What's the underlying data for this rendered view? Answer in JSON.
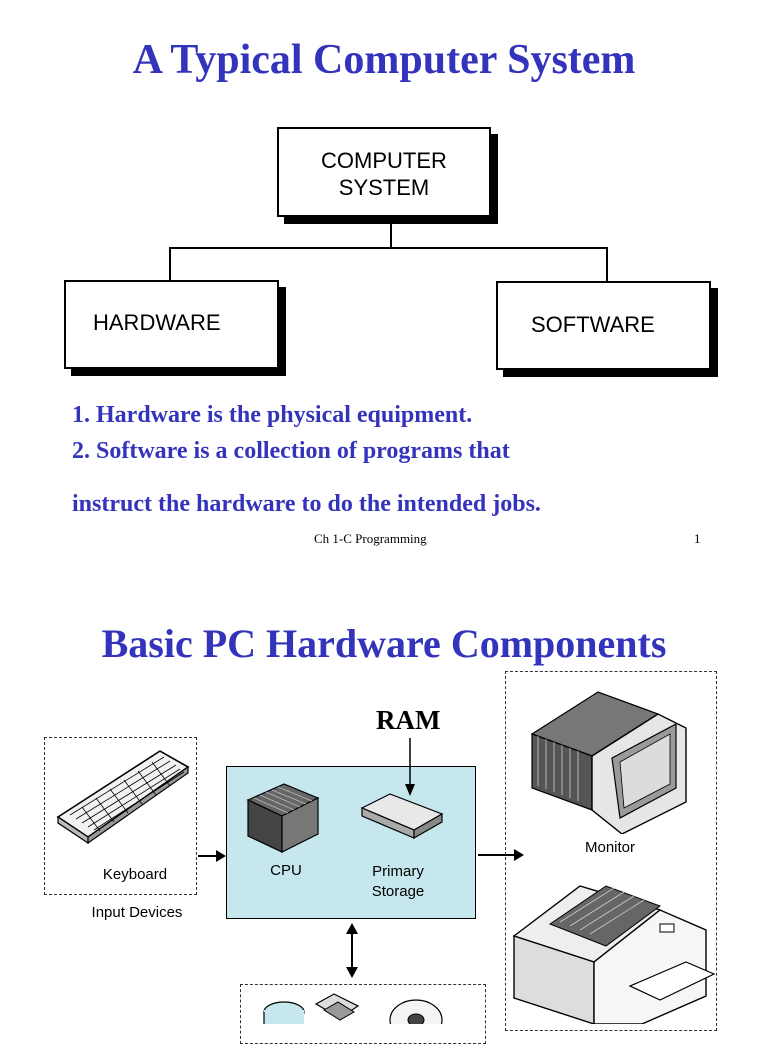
{
  "slide1": {
    "title": "A Typical Computer System",
    "root_box": {
      "line1": "COMPUTER",
      "line2": "SYSTEM"
    },
    "left_box": "HARDWARE",
    "right_box": "SOFTWARE",
    "points": [
      "1.  Hardware is the physical equipment.",
      "2.  Software is a collection of programs that",
      "instruct the hardware to do the intended jobs."
    ],
    "footer_center": "Ch 1-C  Programming",
    "footer_page": "1"
  },
  "slide2": {
    "title": "Basic PC Hardware Components",
    "ram_label": "RAM",
    "keyboard_label": "Keyboard",
    "input_devices_label": "Input Devices",
    "cpu_label": "CPU",
    "primary_storage_label": {
      "line1": "Primary",
      "line2": "Storage"
    },
    "monitor_label": "Monitor",
    "colors": {
      "title": "#3333bb",
      "cpu_panel": "#c7e7ef"
    }
  }
}
